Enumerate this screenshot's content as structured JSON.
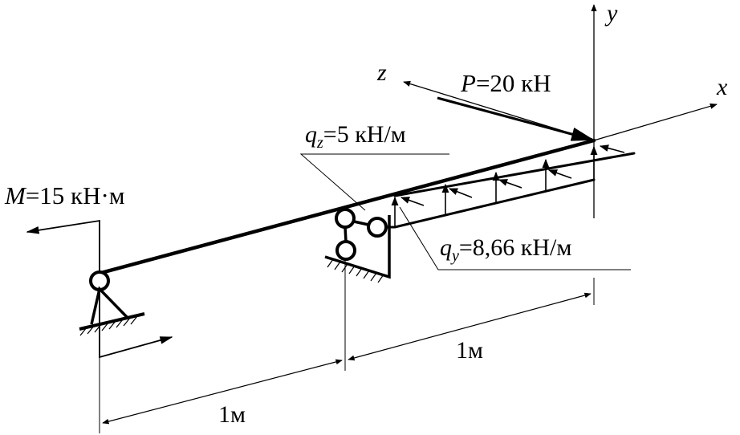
{
  "axes": {
    "y": "y",
    "x": "x",
    "z": "z"
  },
  "loads": {
    "force": {
      "symbol": "P",
      "value": "=20 кН"
    },
    "moment": {
      "symbol": "M",
      "value": "=15 кН·м"
    },
    "qz": {
      "symbol": "q",
      "sub": "z",
      "value": "=5 кН/м"
    },
    "qy": {
      "symbol": "q",
      "sub": "y",
      "value": "=8,66 кН/м"
    }
  },
  "dimensions": {
    "span_left": "1м",
    "span_right": "1м"
  },
  "colors": {
    "ink": "#000000",
    "background": "#ffffff"
  }
}
